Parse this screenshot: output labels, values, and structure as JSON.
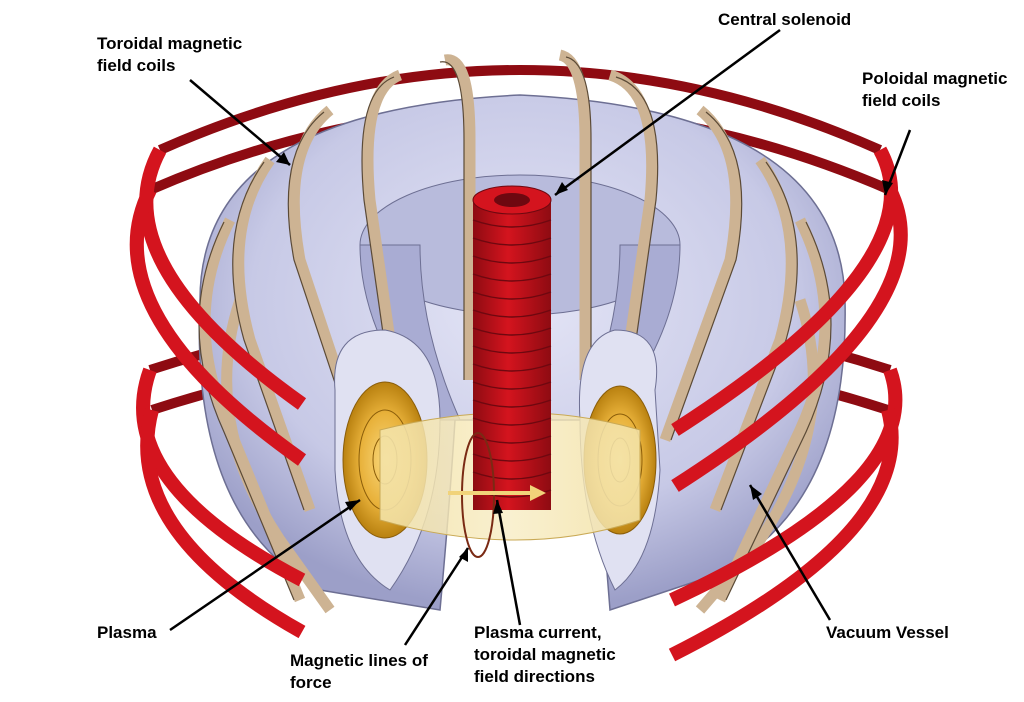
{
  "labels": {
    "toroidal_coils": [
      "Toroidal magnetic",
      "field coils"
    ],
    "central_solenoid": [
      "Central solenoid"
    ],
    "poloidal_coils": [
      "Poloidal magnetic",
      "field coils"
    ],
    "plasma": [
      "Plasma"
    ],
    "magnetic_lines": [
      "Magnetic lines of",
      "force"
    ],
    "plasma_current": [
      "Plasma current,",
      "toroidal magnetic",
      "field directions"
    ],
    "vacuum_vessel": [
      "Vacuum Vessel"
    ]
  },
  "colors": {
    "poloidal_coil": "#d4141e",
    "poloidal_coil_dark": "#8e0b12",
    "toroidal_coil": "#cdb393",
    "toroidal_coil_edge": "#5b4a36",
    "vessel": "#c7c9e6",
    "vessel_shade": "#9c9fc8",
    "solenoid": "#c01018",
    "plasma": "#e8b13a",
    "plasma_glow": "#f3e2a6"
  }
}
